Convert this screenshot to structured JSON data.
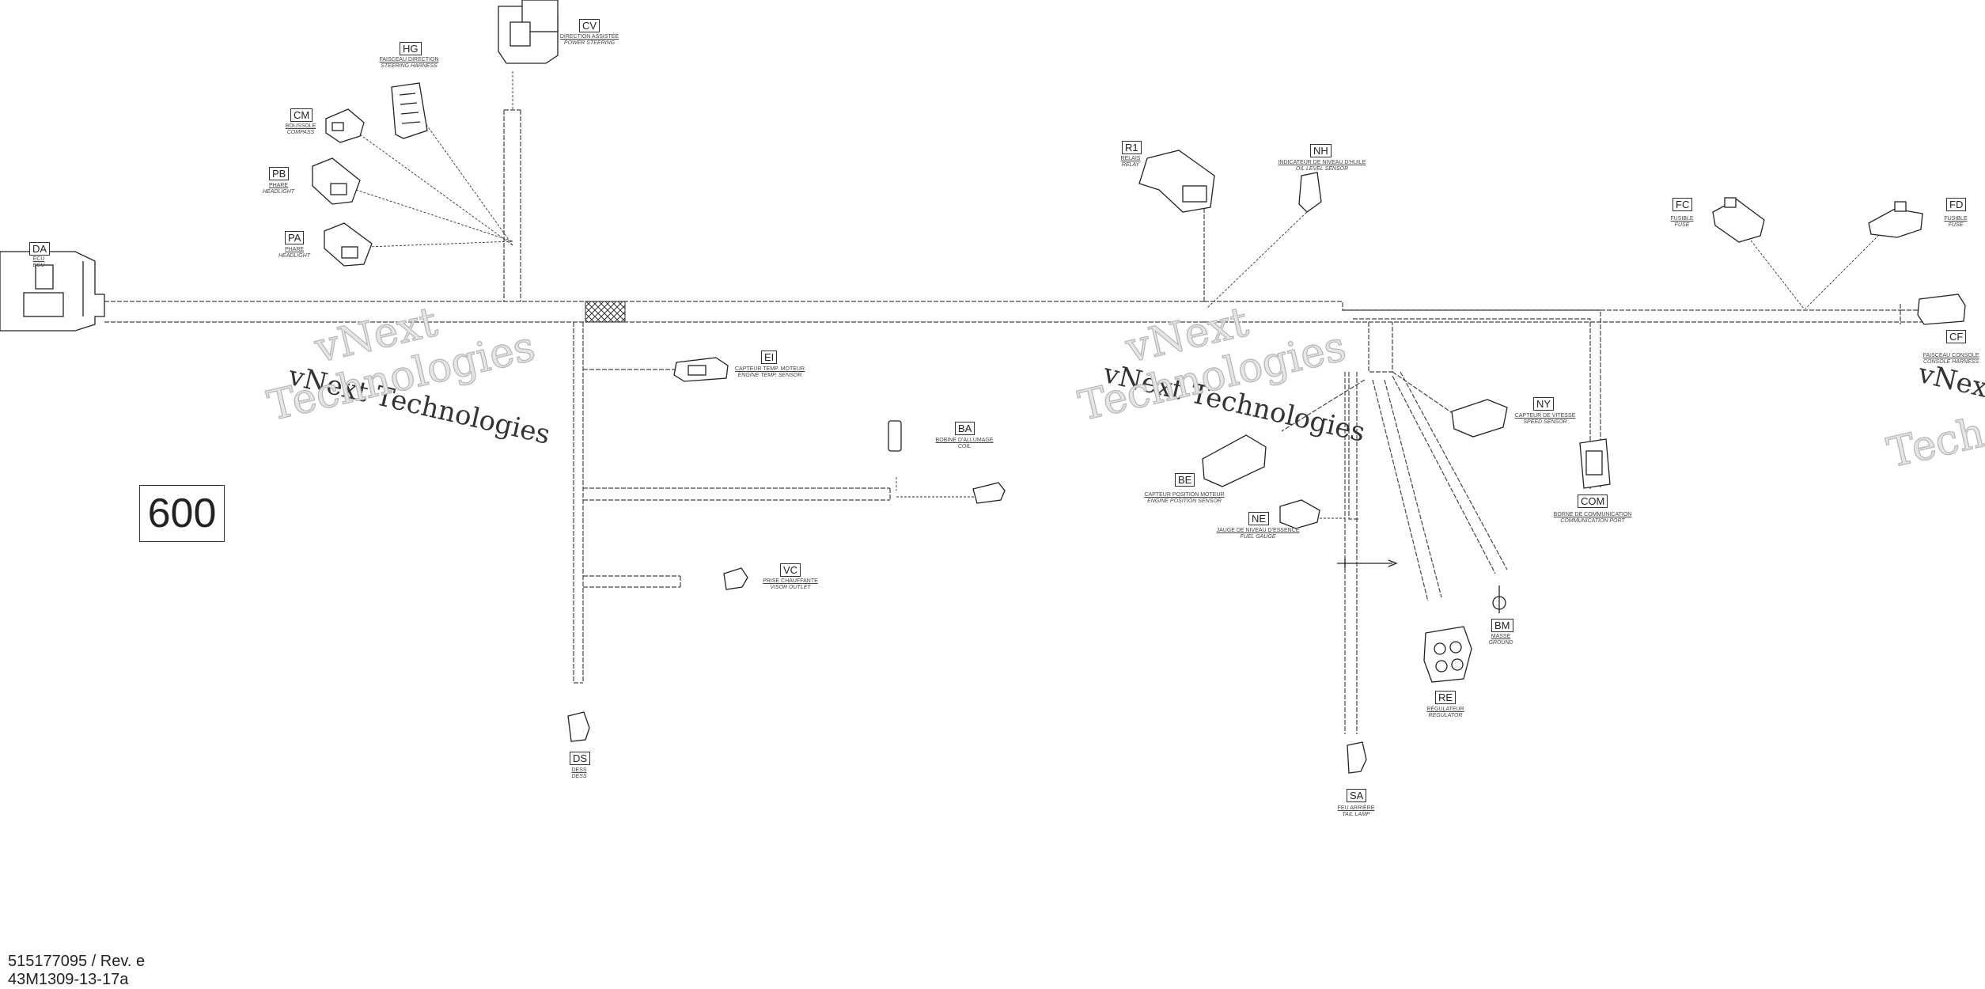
{
  "diagram": {
    "page_number": "600",
    "footer": {
      "part_number": "515177095 / Rev. e",
      "drawing_id": "43M1309-13-17a"
    },
    "watermarks": [
      {
        "id": "wm1",
        "line1": "vNext Technologies"
      },
      {
        "id": "wm2",
        "line1": "vNext",
        "line2": "Technologies"
      },
      {
        "id": "wm3",
        "line1": "vNext Technologies"
      },
      {
        "id": "wm4",
        "line1": "vNext",
        "line2": "Technologies"
      },
      {
        "id": "wm5",
        "line1": "vNext"
      },
      {
        "id": "wm6",
        "line1": "Tech"
      }
    ],
    "connectors": [
      {
        "code": "DA",
        "fr": "ECU",
        "en": "ECU"
      },
      {
        "code": "CV",
        "fr": "DIRECTION ASSISTÉE",
        "en": "POWER STEERING"
      },
      {
        "code": "HG",
        "fr": "FAISCEAU DIRECTION",
        "en": "STEERING HARNESS"
      },
      {
        "code": "CM",
        "fr": "BOUSSOLE",
        "en": "COMPASS"
      },
      {
        "code": "PB",
        "fr": "PHARE",
        "en": "HEADLIGHT"
      },
      {
        "code": "PA",
        "fr": "PHARE",
        "en": "HEADLIGHT"
      },
      {
        "code": "EI",
        "fr": "CAPTEUR TEMP. MOTEUR",
        "en": "ENGINE TEMP. SENSOR"
      },
      {
        "code": "BA",
        "fr": "BOBINE D'ALLUMAGE",
        "en": "COIL"
      },
      {
        "code": "VC",
        "fr": "PRISE CHAUFFANTE",
        "en": "VISOR OUTLET"
      },
      {
        "code": "DS",
        "fr": "DESS",
        "en": "DESS"
      },
      {
        "code": "R1",
        "fr": "RELAIS",
        "en": "RELAY"
      },
      {
        "code": "NH",
        "fr": "INDICATEUR DE NIVEAU D'HUILE",
        "en": "OIL LEVEL SENSOR"
      },
      {
        "code": "FC",
        "fr": "FUSIBLE",
        "en": "FUSE"
      },
      {
        "code": "FD",
        "fr": "FUSIBLE",
        "en": "FUSE"
      },
      {
        "code": "CF",
        "fr": "FAISCEAU CONSOLE",
        "en": "CONSOLE HARNESS"
      },
      {
        "code": "NY",
        "fr": "CAPTEUR DE VITESSE",
        "en": "SPEED SENSOR"
      },
      {
        "code": "BE",
        "fr": "CAPTEUR POSITION MOTEUR",
        "en": "ENGINE POSITION SENSOR"
      },
      {
        "code": "NE",
        "fr": "JAUGE DE NIVEAU D'ESSENCE",
        "en": "FUEL GAUGE"
      },
      {
        "code": "COM",
        "fr": "BORNE DE COMMUNICATION",
        "en": "COMMUNICATION PORT"
      },
      {
        "code": "BM",
        "fr": "MASSE",
        "en": "GROUND"
      },
      {
        "code": "RE",
        "fr": "RÉGULATEUR",
        "en": "REGULATOR"
      },
      {
        "code": "SA",
        "fr": "FEU ARRIÈRE",
        "en": "TAIL LAMP"
      }
    ]
  }
}
